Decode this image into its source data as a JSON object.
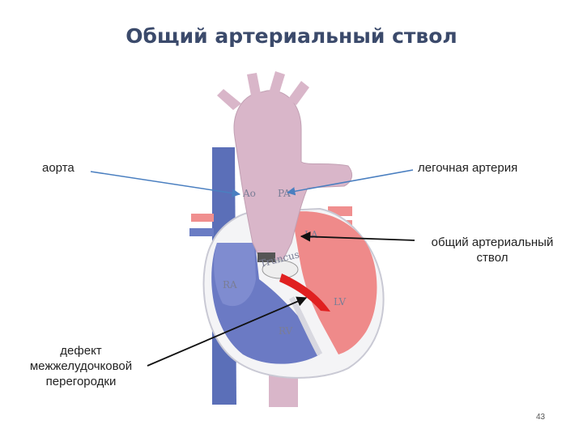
{
  "title": "Общий артериальный ствол",
  "labels": {
    "aorta": "аорта",
    "pulmonary_artery": "легочная артерия",
    "common_trunk_line1": "общий артериальный",
    "common_trunk_line2": "ствол",
    "vsd_line1": "дефект",
    "vsd_line2": "межжелудочковой",
    "vsd_line3": "перегородки"
  },
  "chamber_labels": {
    "ao": "Ao",
    "pa": "PA",
    "truncus": "Truncus",
    "la": "LA",
    "ra": "RA",
    "lv": "LV",
    "rv": "RV"
  },
  "page_number": "43",
  "colors": {
    "title": "#3b4a6b",
    "vein_blue": "#5b6fb8",
    "artery_pink": "#d9b6c9",
    "oxygenated_red": "#ef8a8a",
    "septum_gray": "#e4e4ea",
    "pointer_blue": "#4a7fc0",
    "pointer_black": "#111111",
    "shunt_red": "#e02020"
  }
}
